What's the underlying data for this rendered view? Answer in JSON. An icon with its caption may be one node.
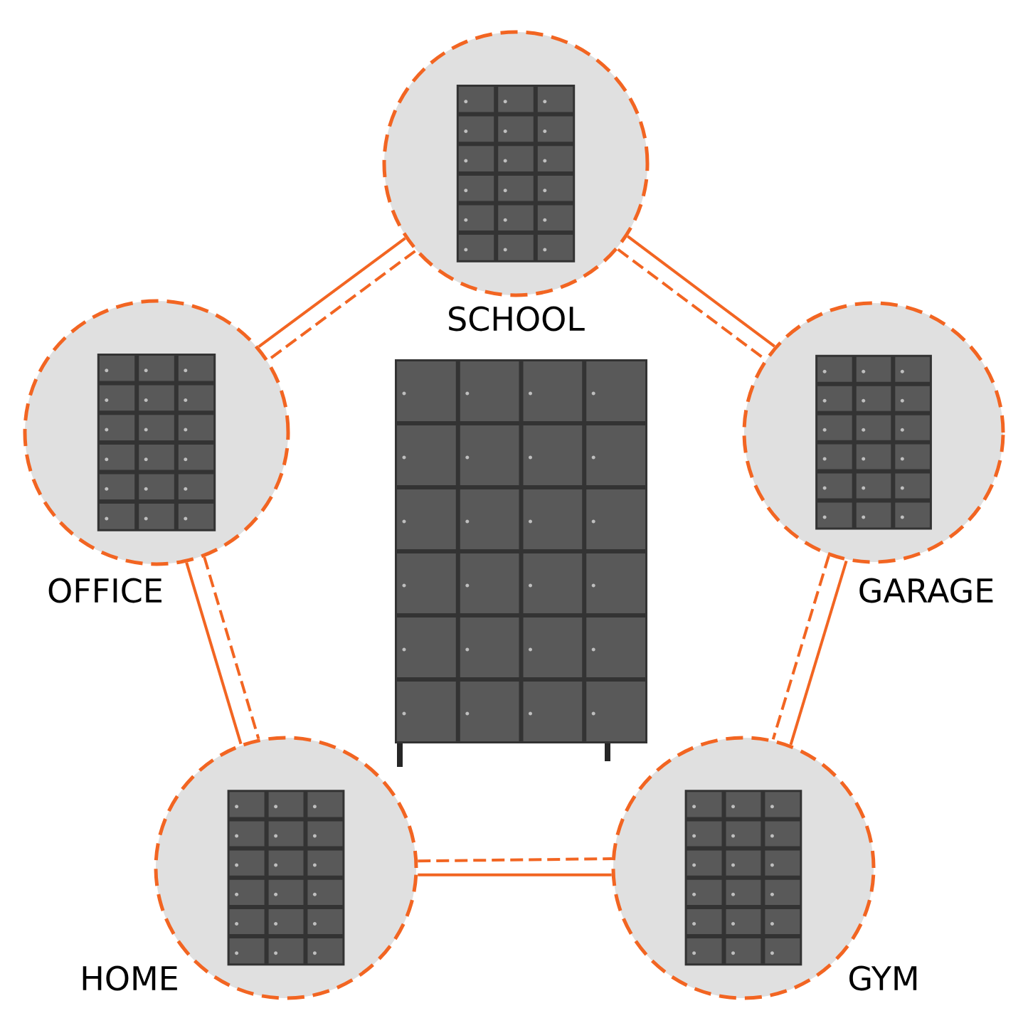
{
  "diagram": {
    "nodes": [
      {
        "text": [
          "SCHOOL"
        ]
      },
      {
        "text": [
          "OFFICE"
        ]
      },
      {
        "text": [
          "GARAGE"
        ]
      },
      {
        "text": [
          "HOME"
        ]
      },
      {
        "text": [
          "GYM"
        ]
      }
    ],
    "edges": [
      {
        "from": 0,
        "to": 1,
        "arrow": "none"
      },
      {
        "from": 0,
        "to": 1,
        "arrow": "none",
        "style": "dashed"
      },
      {
        "from": 0,
        "to": 2,
        "arrow": "none"
      },
      {
        "from": 0,
        "to": 2,
        "arrow": "none",
        "style": "dashed"
      },
      {
        "from": 1,
        "to": 3,
        "arrow": "none"
      },
      {
        "from": 1,
        "to": 3,
        "arrow": "none",
        "style": "dashed"
      },
      {
        "from": 2,
        "to": 4,
        "arrow": "none"
      },
      {
        "from": 2,
        "to": 4,
        "arrow": "none",
        "style": "dashed"
      },
      {
        "from": 3,
        "to": 4,
        "arrow": "none"
      },
      {
        "from": 3,
        "to": 4,
        "arrow": "none",
        "style": "dashed"
      }
    ]
  }
}
